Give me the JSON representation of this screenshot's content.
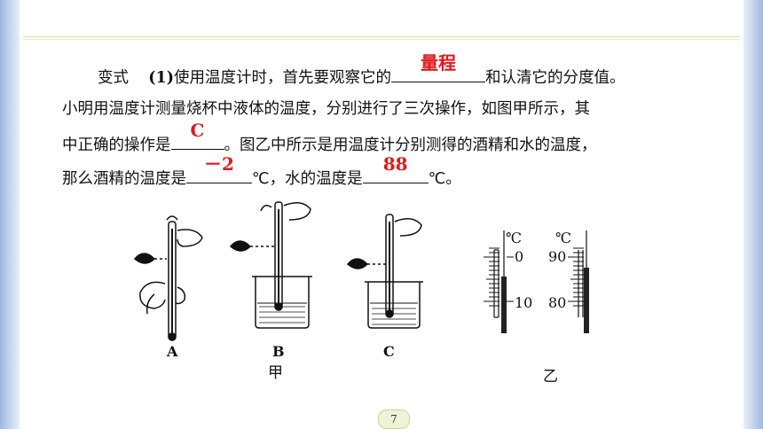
{
  "question": {
    "label": "变式",
    "part": "(1)",
    "line1_a": "使用温度计时，首先要观察它的",
    "line1_b": "和认清它的分度值。",
    "line2": "小明用温度计测量烧杯中液体的温度，分别进行了三次操作，如图甲所示，其",
    "line3_a": "中正确的操作是",
    "line3_b": "。图乙中所示是用温度计分别测得的酒精和水的温度，",
    "line4_a": "那么酒精的温度是",
    "line4_b": "℃，水的温度是",
    "line4_c": "℃。"
  },
  "answers": {
    "range": "量程",
    "correct_op": "C",
    "alcohol_temp": "－2",
    "water_temp": "88"
  },
  "figure_jia": {
    "label_a": "A",
    "label_b": "B",
    "label_c": "C",
    "caption": "甲"
  },
  "figure_yi": {
    "unit_left": "℃",
    "tick_left_top": "0",
    "tick_left_bottom": "10",
    "unit_right": "℃",
    "tick_right_top": "90",
    "tick_right_bottom": "80",
    "caption": "乙"
  },
  "page_number": "7",
  "colors": {
    "answer": "#e0191b",
    "side_bar": "#9db7df"
  }
}
